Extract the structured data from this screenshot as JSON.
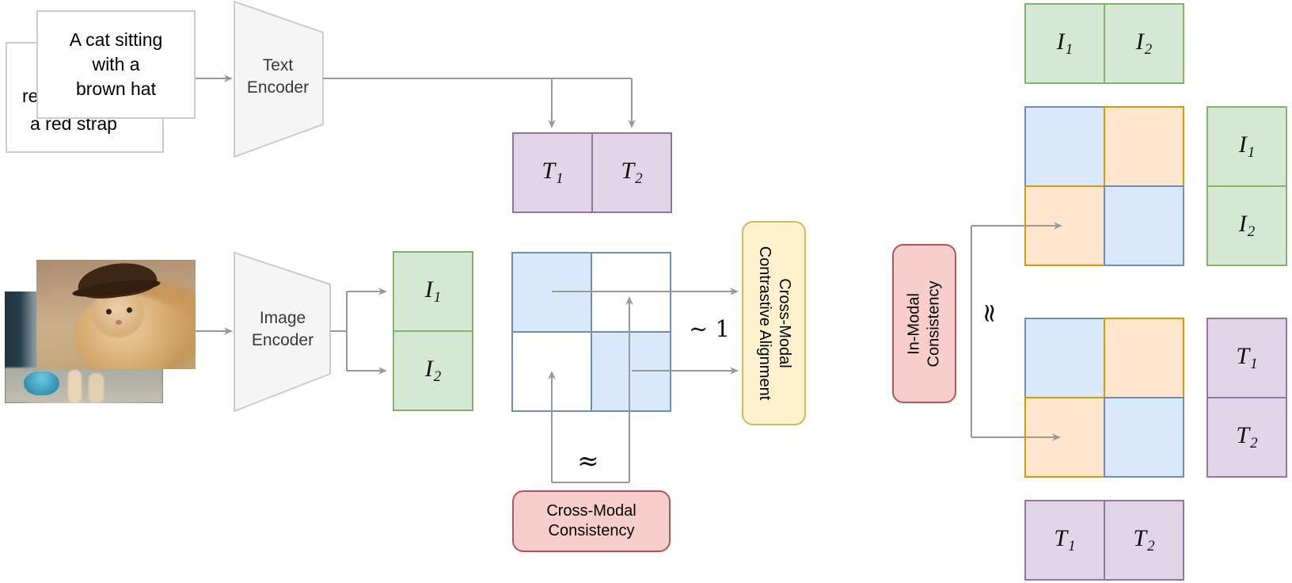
{
  "cards": {
    "front": {
      "lines": [
        "A cat sitting",
        "with a",
        "brown hat"
      ]
    },
    "back": {
      "fragment1": "re",
      "fragment2": "a red strap"
    }
  },
  "encoders": {
    "text_label": "Text Encoder",
    "image_label": "Image Encoder"
  },
  "labels": {
    "T1": {
      "base": "T",
      "sub": "1"
    },
    "T2": {
      "base": "T",
      "sub": "2"
    },
    "I1": {
      "base": "I",
      "sub": "1"
    },
    "I2": {
      "base": "I",
      "sub": "2"
    }
  },
  "modules": {
    "contrastive_alignment": {
      "line1": "Cross-Modal",
      "line2": "Contrastive Alignment"
    },
    "cross_modal_consistency": {
      "line1": "Cross-Modal",
      "line2": "Consistency"
    },
    "in_modal_consistency": {
      "line1": "In-Modal",
      "line2": "Consistency"
    }
  },
  "symbols": {
    "approx": "≈",
    "sim_one": "∼ 1"
  },
  "colors": {
    "blue_fill": "#dae8fc",
    "blue_stroke": "#6c8ebf",
    "green_fill": "#d5e8d4",
    "green_stroke": "#82b366",
    "orange_fill": "#ffe6cc",
    "orange_stroke": "#d79b00",
    "purple_fill": "#e1d5e7",
    "purple_stroke": "#9673a6",
    "red_fill": "#f8cecc",
    "red_stroke": "#b85450",
    "yellow_fill": "#fff2cc",
    "yellow_stroke": "#d6b656",
    "encoder_fill": "#f5f5f5",
    "encoder_stroke": "#cccccc",
    "wire": "#999999"
  }
}
